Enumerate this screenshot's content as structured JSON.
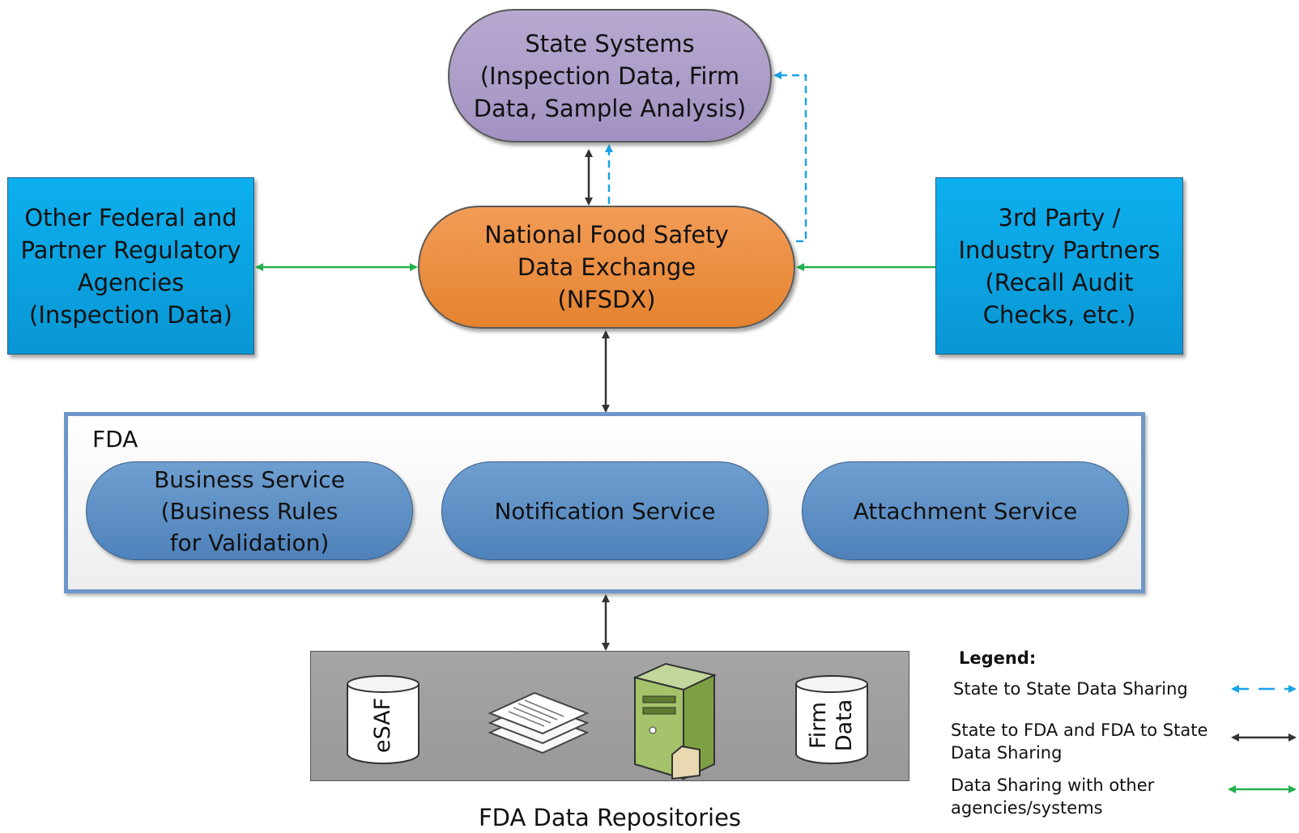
{
  "state_systems": {
    "label": "State Systems\n(Inspection Data, Firm\nData, Sample Analysis)"
  },
  "nfsdx": {
    "label": "National Food Safety\nData Exchange\n(NFSDX)"
  },
  "other_federal": {
    "label": "Other Federal and\nPartner Regulatory\nAgencies\n(Inspection Data)"
  },
  "third_party": {
    "label": "3rd Party /\nIndustry Partners\n(Recall Audit\nChecks, etc.)"
  },
  "fda": {
    "label": "FDA",
    "services": [
      {
        "label": "Business Service\n(Business Rules\nfor Validation)"
      },
      {
        "label": "Notification Service"
      },
      {
        "label": "Attachment Service"
      }
    ]
  },
  "repositories": {
    "label": "FDA Data Repositories",
    "items": [
      {
        "label": "eSAF",
        "icon": "database-icon"
      },
      {
        "label": "",
        "icon": "documents-icon"
      },
      {
        "label": "",
        "icon": "server-icon"
      },
      {
        "label": "Firm\nData",
        "icon": "database-icon"
      }
    ]
  },
  "legend": {
    "title": "Legend:",
    "items": [
      {
        "label": "State to State Data Sharing",
        "color": "#1aa3e8"
      },
      {
        "label": "State to FDA and FDA to State\nData Sharing",
        "color": "#333333"
      },
      {
        "label": "Data Sharing with other\nagencies/systems",
        "color": "#22b14c"
      }
    ]
  },
  "colors": {
    "state_to_state": "#1aa3e8",
    "state_fda": "#333333",
    "other_agencies": "#22b14c",
    "state_fill": "#a898c8",
    "nfsdx_fill": "#ec8f42",
    "side_box_fill": "#0aa2e0",
    "service_fill": "#5b8ec6"
  }
}
